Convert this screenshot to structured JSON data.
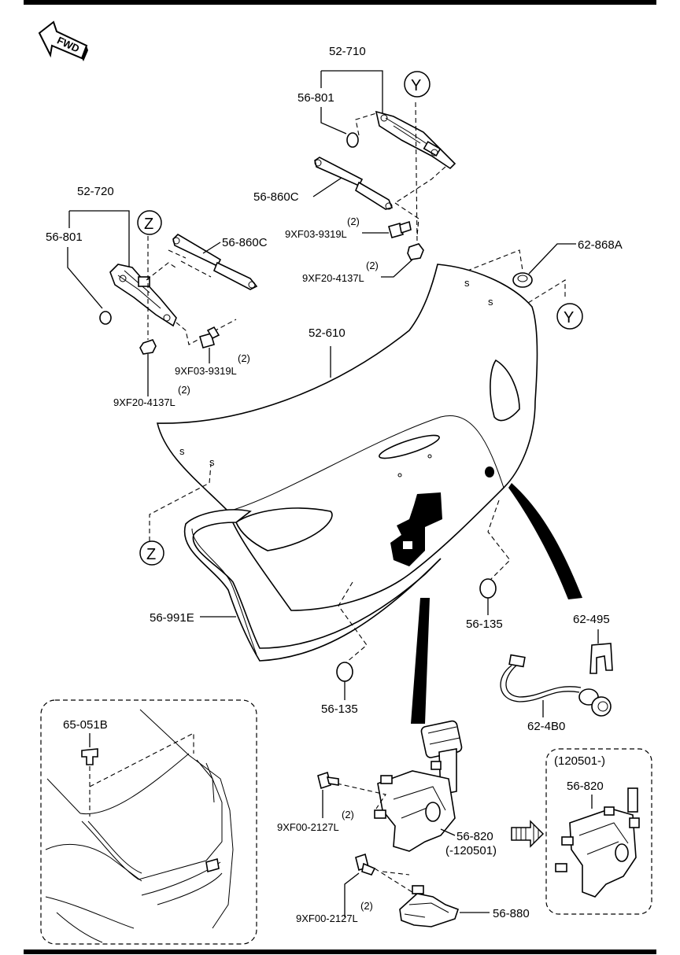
{
  "fwd_label": "FWD",
  "refs": {
    "y_top": "Y",
    "y_right": "Y",
    "z_top": "Z",
    "z_left": "Z"
  },
  "labels": {
    "p52_710": "52-710",
    "p56_801_top": "56-801",
    "p56_860c_top": "56-860C",
    "q_9xf03_top": "(2)",
    "p9xf03_top": "9XF03-9319L",
    "q_9xf20_top": "(2)",
    "p9xf20_top": "9XF20-4137L",
    "p62_868a": "62-868A",
    "p52_720": "52-720",
    "p56_801_left": "56-801",
    "p56_860c_left": "56-860C",
    "q_9xf03_left": "(2)",
    "p9xf03_left": "9XF03-9319L",
    "q_9xf20_left": "(2)",
    "p9xf20_left": "9XF20-4137L",
    "p52_610": "52-610",
    "p56_991e": "56-991E",
    "p56_135_right": "56-135",
    "p56_135_bottom": "56-135",
    "p62_495": "62-495",
    "p62_4b0": "62-4B0",
    "p65_051b": "65-051B",
    "q_9xf00_a": "(2)",
    "p9xf00_a": "9XF00-2127L",
    "p56_820_main": "56-820",
    "p56_820_range": "(-120501)",
    "p_inset_range": "(120501-)",
    "p56_820_inset": "56-820",
    "q_9xf00_b": "(2)",
    "p9xf00_b": "9XF00-2127L",
    "p56_880": "56-880"
  }
}
